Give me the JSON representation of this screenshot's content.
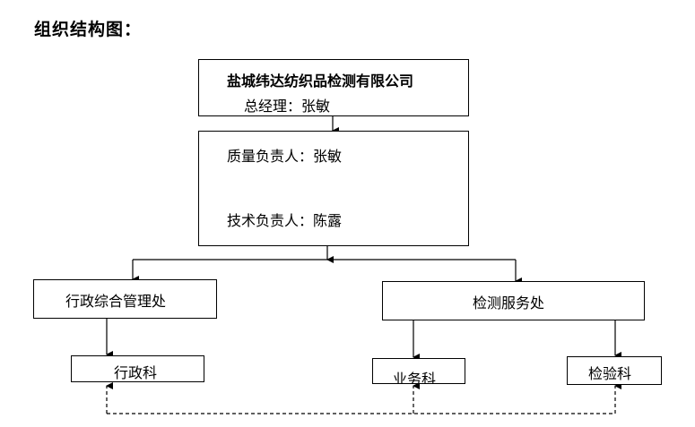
{
  "heading": "组织结构图：",
  "company": {
    "name": "盐城纬达纺织品检测有限公司",
    "gm": "总经理：张敏"
  },
  "leaders": {
    "quality": "质量负责人：张敏",
    "technical": "技术负责人：陈露"
  },
  "departments": {
    "admin": "行政综合管理处",
    "testing": "检测服务处"
  },
  "sections": {
    "admin_section": "行政科",
    "business_section": "业务科",
    "inspection_section": "检验科"
  }
}
